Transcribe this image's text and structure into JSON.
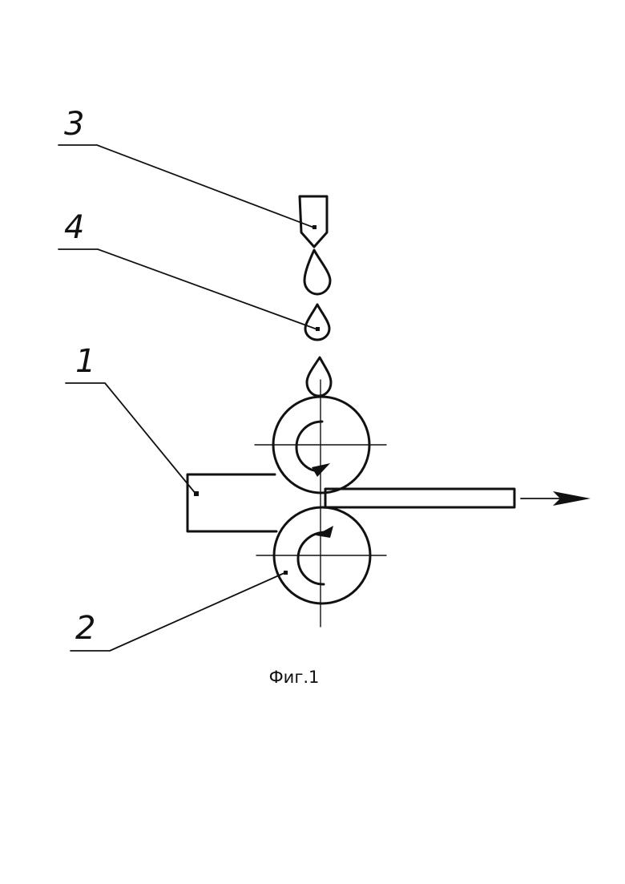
{
  "figure": {
    "caption": "Фиг.1"
  },
  "labels": {
    "part_1": "1",
    "part_2": "2",
    "part_3": "3",
    "part_4": "4"
  },
  "diagram": {
    "parts": [
      {
        "ref": "1",
        "shape": "strip being rolled"
      },
      {
        "ref": "2",
        "shape": "roll"
      },
      {
        "ref": "3",
        "shape": "nozzle"
      },
      {
        "ref": "4",
        "shape": "droplet"
      }
    ],
    "flow": [
      {
        "from": "3",
        "to": "4"
      },
      {
        "from": "4",
        "to": "2"
      },
      {
        "from": "2",
        "to": "1"
      }
    ],
    "icons": {
      "upper_roll_rotation": "rotation-arrow-icon",
      "lower_roll_rotation": "rotation-arrow-icon",
      "output_direction": "arrow-right-icon"
    },
    "colors": {
      "line": "#111111",
      "background": "#ffffff"
    }
  }
}
